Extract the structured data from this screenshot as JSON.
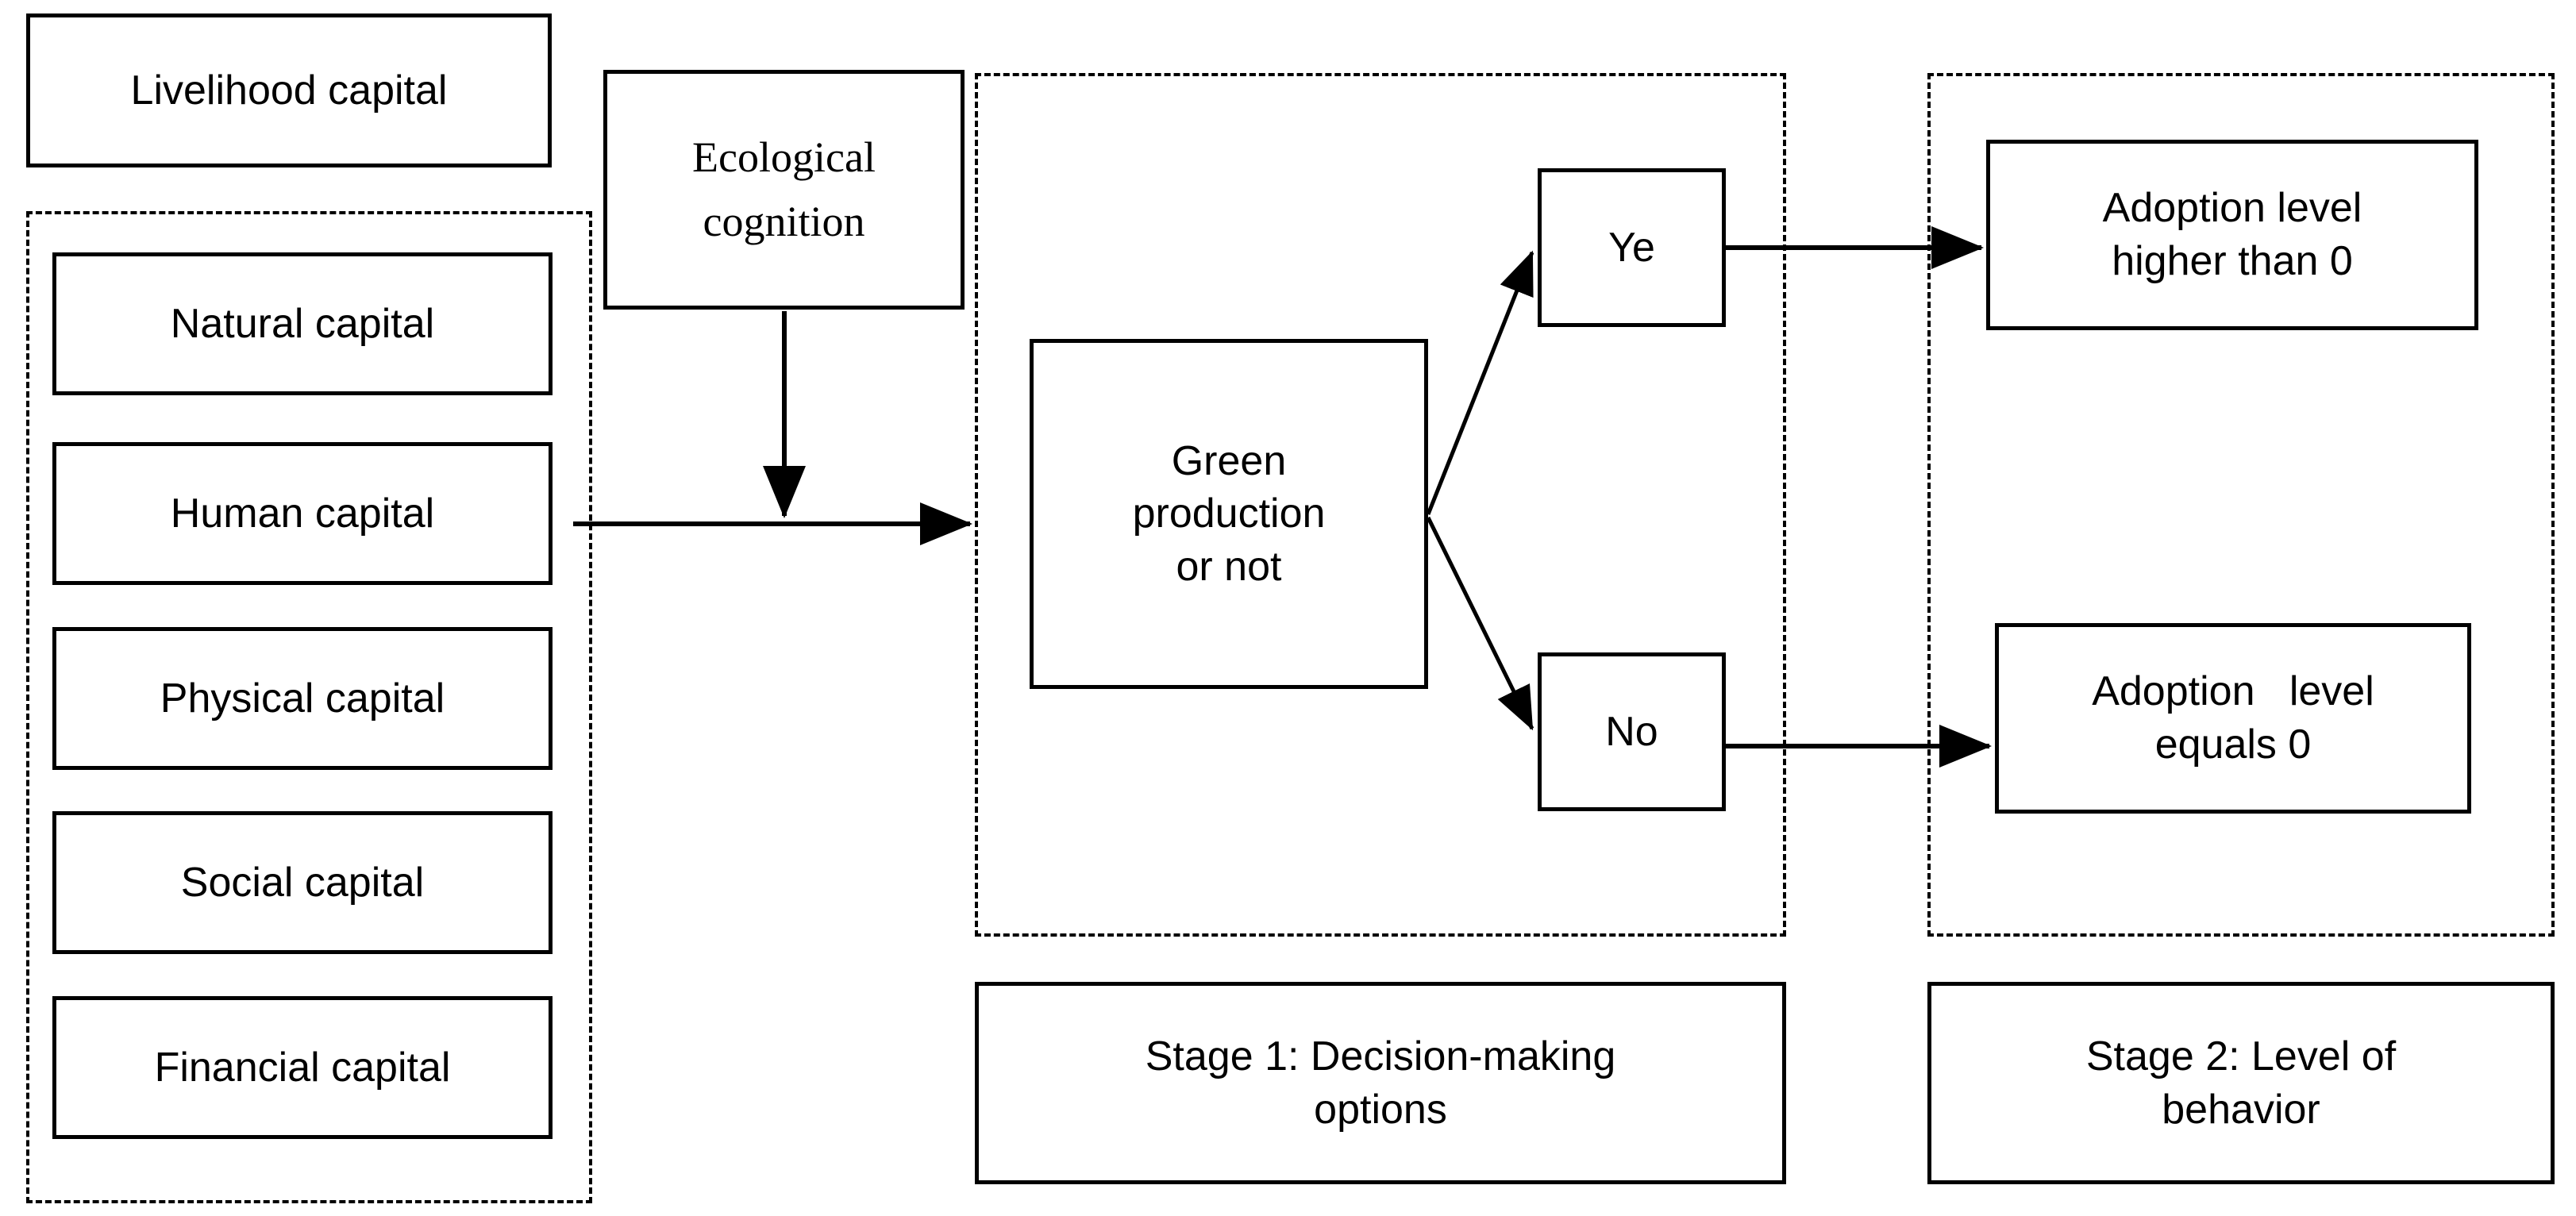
{
  "diagram": {
    "title_boxes": {
      "livelihood_capital": "Livelihood capital",
      "ecological_cognition_line1": "Ecological",
      "ecological_cognition_line2": "cognition"
    },
    "capital_group": {
      "items": [
        {
          "label": "Natural capital"
        },
        {
          "label": "Human capital"
        },
        {
          "label": "Physical capital"
        },
        {
          "label": "Social capital"
        },
        {
          "label": "Financial capital"
        }
      ]
    },
    "stage1": {
      "decision_box": {
        "line1": "Green",
        "line2": "production",
        "line3": "or not"
      },
      "branch_yes": "Ye",
      "branch_no": "No",
      "caption_line1": "Stage 1: Decision-making",
      "caption_line2": "options"
    },
    "stage2": {
      "outcome_yes": {
        "line1": "Adoption level",
        "line2": "higher than 0"
      },
      "outcome_no": {
        "line1": "Adoption   level",
        "line2": "equals 0"
      },
      "caption_line1": "Stage 2: Level of",
      "caption_line2": "behavior"
    },
    "colors": {
      "stroke": "#000000",
      "background": "#ffffff"
    }
  }
}
